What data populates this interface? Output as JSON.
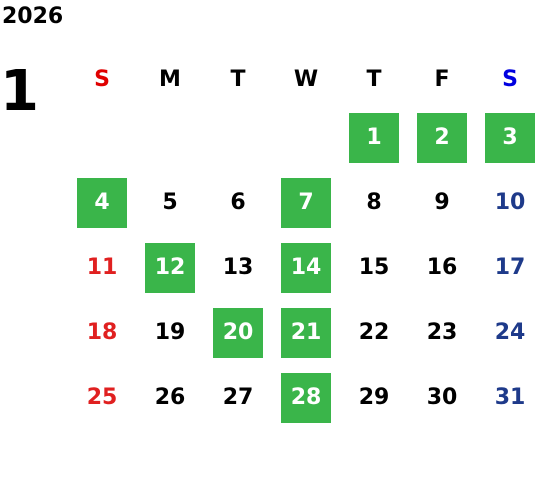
{
  "calendar": {
    "year": "2026",
    "month": "1",
    "colors": {
      "highlight_bg": "#3ab54a",
      "highlight_text": "#ffffff",
      "sunday": "#e02020",
      "saturday": "#1e3a8a",
      "sunday_header": "#e00000",
      "saturday_header": "#0000e0",
      "weekday": "#000000"
    },
    "weekdays": [
      "S",
      "M",
      "T",
      "W",
      "T",
      "F",
      "S"
    ],
    "weeks": [
      [
        {
          "day": "",
          "highlight": false
        },
        {
          "day": "",
          "highlight": false
        },
        {
          "day": "",
          "highlight": false
        },
        {
          "day": "",
          "highlight": false
        },
        {
          "day": "1",
          "highlight": true
        },
        {
          "day": "2",
          "highlight": true
        },
        {
          "day": "3",
          "highlight": true
        }
      ],
      [
        {
          "day": "4",
          "highlight": true
        },
        {
          "day": "5",
          "highlight": false
        },
        {
          "day": "6",
          "highlight": false
        },
        {
          "day": "7",
          "highlight": true
        },
        {
          "day": "8",
          "highlight": false
        },
        {
          "day": "9",
          "highlight": false
        },
        {
          "day": "10",
          "highlight": false
        }
      ],
      [
        {
          "day": "11",
          "highlight": false
        },
        {
          "day": "12",
          "highlight": true
        },
        {
          "day": "13",
          "highlight": false
        },
        {
          "day": "14",
          "highlight": true
        },
        {
          "day": "15",
          "highlight": false
        },
        {
          "day": "16",
          "highlight": false
        },
        {
          "day": "17",
          "highlight": false
        }
      ],
      [
        {
          "day": "18",
          "highlight": false
        },
        {
          "day": "19",
          "highlight": false
        },
        {
          "day": "20",
          "highlight": true
        },
        {
          "day": "21",
          "highlight": true
        },
        {
          "day": "22",
          "highlight": false
        },
        {
          "day": "23",
          "highlight": false
        },
        {
          "day": "24",
          "highlight": false
        }
      ],
      [
        {
          "day": "25",
          "highlight": false
        },
        {
          "day": "26",
          "highlight": false
        },
        {
          "day": "27",
          "highlight": false
        },
        {
          "day": "28",
          "highlight": true
        },
        {
          "day": "29",
          "highlight": false
        },
        {
          "day": "30",
          "highlight": false
        },
        {
          "day": "31",
          "highlight": false
        }
      ]
    ]
  }
}
